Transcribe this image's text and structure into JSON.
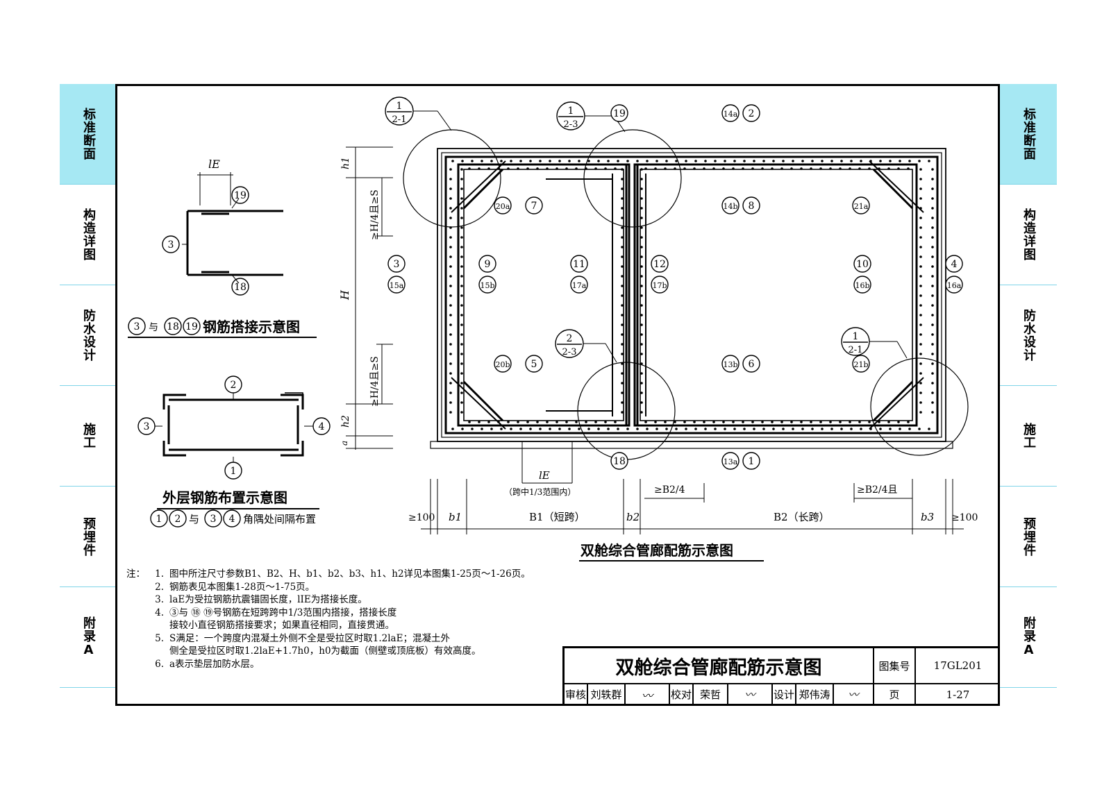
{
  "side_tabs": [
    "标准断面",
    "构造详图",
    "防水设计",
    "施工",
    "预埋件",
    "附录A"
  ],
  "lap_detail": {
    "title_prefix": "与",
    "title_suffix": "钢筋搭接示意图",
    "refs": [
      "3",
      "18",
      "19"
    ],
    "length_label": "lE"
  },
  "outer_layer": {
    "title": "外层钢筋布置示意图",
    "subtitle_mid": "与",
    "subtitle_suffix": "角隅处间隔布置",
    "refs": [
      "1",
      "2",
      "3",
      "4"
    ]
  },
  "main": {
    "title": "双舱综合管廊配筋示意图",
    "section_marks": [
      {
        "num": "1",
        "den": "2-1"
      },
      {
        "num": "1",
        "den": "2-3"
      },
      {
        "num": "2",
        "den": "2-3"
      },
      {
        "num": "1",
        "den": "2-1"
      }
    ],
    "bar_labels": [
      "19",
      "14a",
      "2",
      "20a",
      "7",
      "14b",
      "8",
      "21a",
      "3",
      "9",
      "11",
      "12",
      "10",
      "4",
      "15a",
      "15b",
      "17a",
      "17b",
      "16b",
      "16a",
      "20b",
      "5",
      "13b",
      "6",
      "21b",
      "18",
      "13a",
      "1"
    ],
    "vertical_dims": [
      "h1",
      "≥H/4且≥S",
      "H",
      "≥H/4且≥S",
      "h2",
      "a"
    ],
    "horizontal_dims": [
      "≥100",
      "b1",
      "B1（短跨）",
      "b2",
      "B2（长跨）",
      "b3",
      "≥100"
    ],
    "lap_note": "lE",
    "lap_range": "（跨中1/3范围内）",
    "min_b2_left": "≥B2/4",
    "min_b2_right": "≥B2/4且"
  },
  "notes": {
    "label": "注：",
    "items": [
      "图中所注尺寸参数B1、B2、H、b1、b2、b3、h1、h2详见本图集1-25页～1-26页。",
      "钢筋表见本图集1-28页～1-75页。",
      "laE为受拉钢筋抗震锚固长度，lIE为搭接长度。",
      "③与 ⑱ ⑲号钢筋在短跨跨中1/3范围内搭接，搭接长度",
      "接较小直径钢筋搭接要求；如果直径相同，直接贯通。",
      "S满足：一个跨度内混凝土外侧不全是受拉区时取1.2laE；混凝土外",
      "侧全是受拉区时取1.2laE+1.7h0，h0为截面（侧壁或顶底板）有效高度。",
      "a表示垫层加防水层。"
    ],
    "numbers": [
      "1.",
      "2.",
      "3.",
      "4.",
      "",
      "5.",
      "",
      "6."
    ]
  },
  "title_block": {
    "title": "双舱综合管廊配筋示意图",
    "atlas_label": "图集号",
    "atlas_no": "17GL201",
    "review_label": "审核",
    "reviewer": "刘轶群",
    "check_label": "校对",
    "checker": "荣哲",
    "design_label": "设计",
    "designer": "郑伟涛",
    "page_label": "页",
    "page_no": "1-27"
  }
}
